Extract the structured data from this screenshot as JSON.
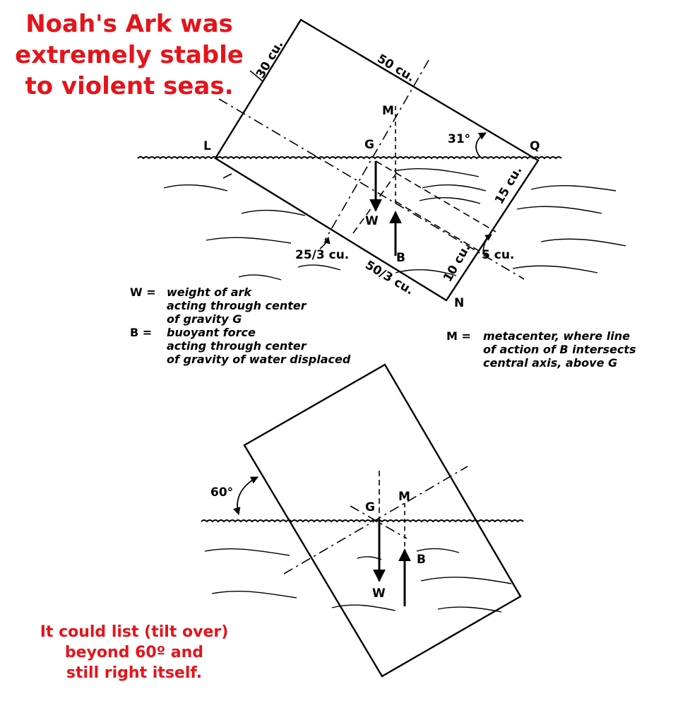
{
  "title": {
    "line1": "Noah's Ark was",
    "line2": "extremely stable",
    "line3": "to violent seas."
  },
  "diagram1": {
    "points": {
      "L": "L",
      "G": "G",
      "M": "M",
      "Q": "Q",
      "W": "W",
      "B": "B",
      "N": "N"
    },
    "dimensions": {
      "top_width": "30 cu.",
      "top_length": "50 cu.",
      "right_upper": "15 cu.",
      "right_lower": "10 cu.",
      "right_offset": "5 cu.",
      "bottom_offset": "25/3 cu.",
      "bottom_length": "50/3 cu."
    },
    "angle": "31°"
  },
  "legend": {
    "W_key": "W =",
    "W_line1": "weight of ark",
    "W_line2": "acting through center",
    "W_line3": "of gravity G",
    "B_key": "B =",
    "B_line1": "buoyant force",
    "B_line2": "acting through center",
    "B_line3": "of gravity of water displaced",
    "M_key": "M =",
    "M_line1": "metacenter, where line",
    "M_line2": "of action of B intersects",
    "M_line3": "central axis, above G"
  },
  "diagram2": {
    "angle": "60°",
    "points": {
      "G": "G",
      "M": "M",
      "B": "B",
      "W": "W"
    }
  },
  "footer": {
    "line1": "It could list (tilt over)",
    "line2": "beyond 60º and",
    "line3": "still right itself."
  }
}
